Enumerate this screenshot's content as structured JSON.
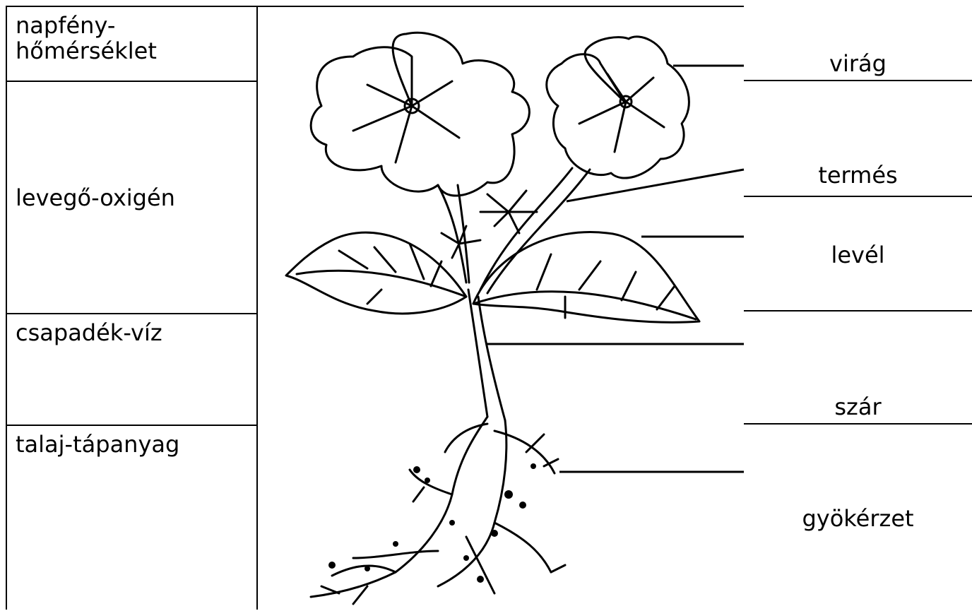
{
  "left_cells": [
    {
      "lines": [
        "napfény-",
        "hőmérséklet"
      ]
    },
    {
      "lines": [
        "levegő-oxigén"
      ]
    },
    {
      "lines": [
        "csapadék-víz"
      ]
    },
    {
      "lines": [
        "talaj-tápanyag"
      ]
    }
  ],
  "right_labels": {
    "flower": "virág",
    "fruit": "termés",
    "leaf": "levél",
    "stem": "szár",
    "root": "gyökérzet"
  }
}
